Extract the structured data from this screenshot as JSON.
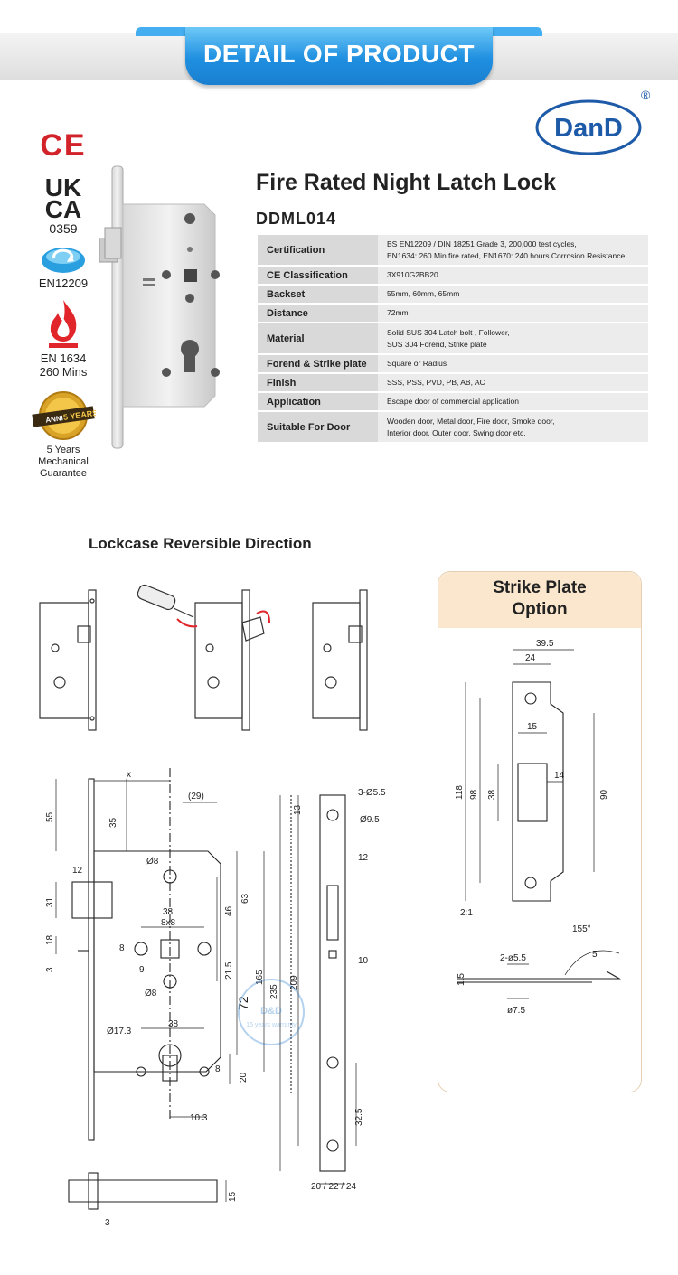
{
  "banner": {
    "title": "DETAIL OF PRODUCT"
  },
  "brand": {
    "logo_text": "DanD",
    "registered": "®"
  },
  "certs": {
    "ce": "CE",
    "ukca_top": "UK",
    "ukca_bottom": "CA",
    "ukca_number": "0359",
    "en12209": "EN12209",
    "en1634_line1": "EN 1634",
    "en1634_line2": "260 Mins",
    "guarantee_badge_top": "ANNI",
    "guarantee_badge_years": "5 YEARS",
    "guarantee_line1": "5 Years",
    "guarantee_line2": "Mechanical",
    "guarantee_line3": "Guarantee"
  },
  "product": {
    "title": "Fire Rated Night Latch Lock",
    "model": "DDML014"
  },
  "specs": [
    {
      "label": "Certification",
      "value_lines": [
        "BS EN12209 / DIN 18251 Grade 3, 200,000 test cycles,",
        "EN1634: 260 Min fire rated, EN1670: 240 hours Corrosion Resistance"
      ]
    },
    {
      "label": "CE Classification",
      "value_lines": [
        "3X910G2BB20"
      ]
    },
    {
      "label": "Backset",
      "value_lines": [
        "55mm, 60mm, 65mm"
      ]
    },
    {
      "label": "Distance",
      "value_lines": [
        "72mm"
      ]
    },
    {
      "label": "Material",
      "value_lines": [
        "Solid SUS 304 Latch bolt , Follower,",
        "SUS 304 Forend, Strike plate"
      ]
    },
    {
      "label": "Forend & Strike plate",
      "value_lines": [
        "Square or Radius"
      ]
    },
    {
      "label": "Finish",
      "value_lines": [
        "SSS, PSS, PVD, PB, AB, AC"
      ]
    },
    {
      "label": "Application",
      "value_lines": [
        "Escape door of commercial application"
      ]
    },
    {
      "label": "Suitable For Door",
      "value_lines": [
        "Wooden door, Metal door, Fire door, Smoke door,",
        "Interior door, Outer door, Swing door etc."
      ]
    }
  ],
  "reversible": {
    "title": "Lockcase Reversible Direction"
  },
  "strike": {
    "title_line1": "Strike Plate",
    "title_line2": "Option",
    "dims": {
      "w_total": "39.5",
      "w_inner": "24",
      "h_total": "118",
      "h_mid": "98",
      "h_slot": "38",
      "slot_w": "15",
      "slot_d": "14",
      "h_right": "90",
      "scale": "2:1",
      "angle": "155°",
      "bend": "5",
      "hole": "2-ø5.5",
      "countersink": "ø7.5",
      "thick": "1.5"
    }
  },
  "drawing": {
    "dims": {
      "x": "x",
      "d29": "(29)",
      "d35": "35",
      "d55": "55",
      "d12": "12",
      "d31": "31",
      "d18": "18",
      "d3": "3",
      "o8a": "Ø8",
      "d38a": "38",
      "d8x8": "8x8",
      "d8": "8",
      "d9": "9",
      "o8b": "Ø8",
      "d46": "46",
      "d63": "63",
      "d21_5": "21.5",
      "d72": "72",
      "d165": "165",
      "d235": "235",
      "d209": "209",
      "o17_3": "Ø17.3",
      "d38b": "38",
      "d8b": "8",
      "d20": "20",
      "d10_3": "10.3",
      "d13": "13",
      "screws": "3-Ø5.5",
      "o9_5": "Ø9.5",
      "d12b": "12",
      "d10": "10",
      "d32_5": "32.5",
      "widths": "20 / 22 / 24",
      "d15": "15",
      "d3b": "3"
    },
    "watermark_line1": "D&D",
    "watermark_line2": "15 years warranty"
  }
}
